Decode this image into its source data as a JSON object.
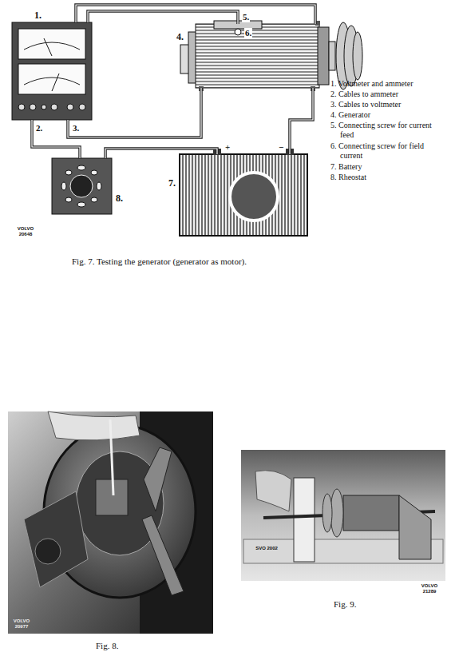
{
  "diagram": {
    "caption": "Fig. 7. Testing the generator (generator as motor).",
    "nodes": [
      {
        "text": [
          "1."
        ]
      },
      {
        "text": [
          "4."
        ]
      },
      {
        "text": [
          "7."
        ]
      },
      {
        "text": [
          "8."
        ]
      }
    ],
    "edges": [
      {
        "from": 0,
        "to": 1,
        "arrow": "none"
      },
      {
        "from": 0,
        "to": 1,
        "arrow": "none"
      },
      {
        "from": 0,
        "to": 1,
        "arrow": "none"
      },
      {
        "from": 0,
        "to": 3,
        "arrow": "none"
      },
      {
        "from": 3,
        "to": 2,
        "arrow": "none"
      },
      {
        "from": 2,
        "to": 1,
        "arrow": "none"
      }
    ],
    "labels": [
      "2.",
      "3.",
      "5.",
      "6.",
      "+",
      "−",
      "VOLVO 20648",
      "1. Voltmeter and ammeter",
      "2. Cables to ammeter",
      "3. Cables to voltmeter",
      "4. Generator",
      "5. Connecting screw for current feed",
      "6. Connecting screw for field current",
      "7. Battery",
      "8. Rheostat",
      "Fig. 8.",
      "VOLVO 20977",
      "SVO 2002",
      "Fig. 9.",
      "VOLVO 21289"
    ]
  }
}
